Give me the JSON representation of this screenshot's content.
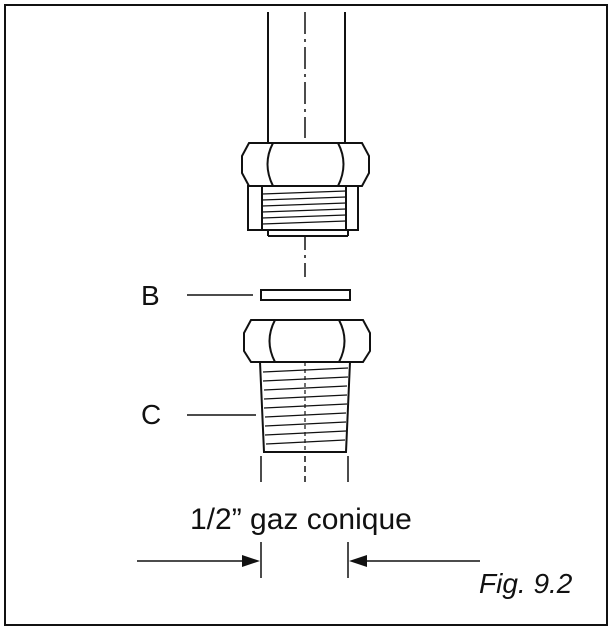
{
  "labels": {
    "b": "B",
    "c": "C",
    "dimension": "1/2” gaz conique",
    "caption": "Fig. 9.2"
  },
  "colors": {
    "line": "#111111",
    "background": "#ffffff"
  }
}
